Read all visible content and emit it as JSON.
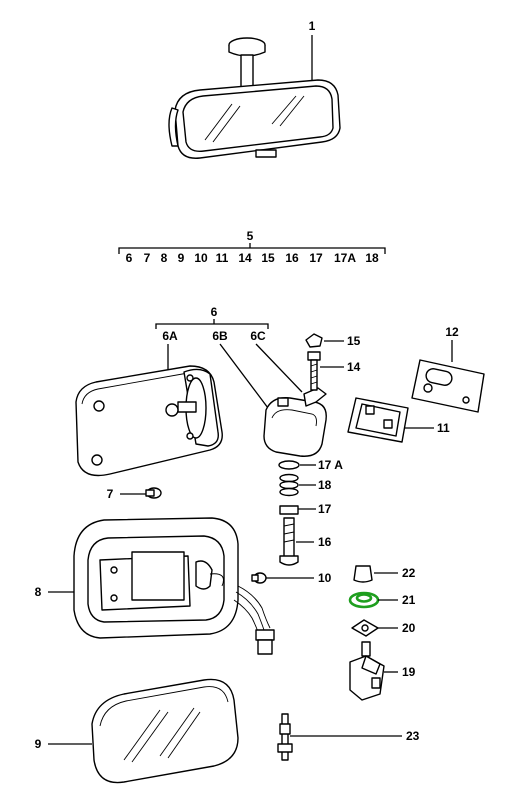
{
  "callouts": {
    "p1": "1",
    "p5": "5",
    "p6": "6",
    "p6a": "6A",
    "p6b": "6B",
    "p6c": "6C",
    "p7": "7",
    "p8": "8",
    "p9": "9",
    "p10": "10",
    "p11": "11",
    "p12": "12",
    "p14": "14",
    "p15": "15",
    "p16": "16",
    "p17": "17",
    "p17a": "17 A",
    "p18": "18",
    "p19": "19",
    "p20": "20",
    "p21": "21",
    "p22": "22",
    "p23": "23"
  },
  "group5_items": [
    "6",
    "7",
    "8",
    "9",
    "10",
    "11",
    "14",
    "15",
    "16",
    "17",
    "17A",
    "18"
  ],
  "colors": {
    "highlight": "#1e9e1e",
    "line": "#000000"
  }
}
